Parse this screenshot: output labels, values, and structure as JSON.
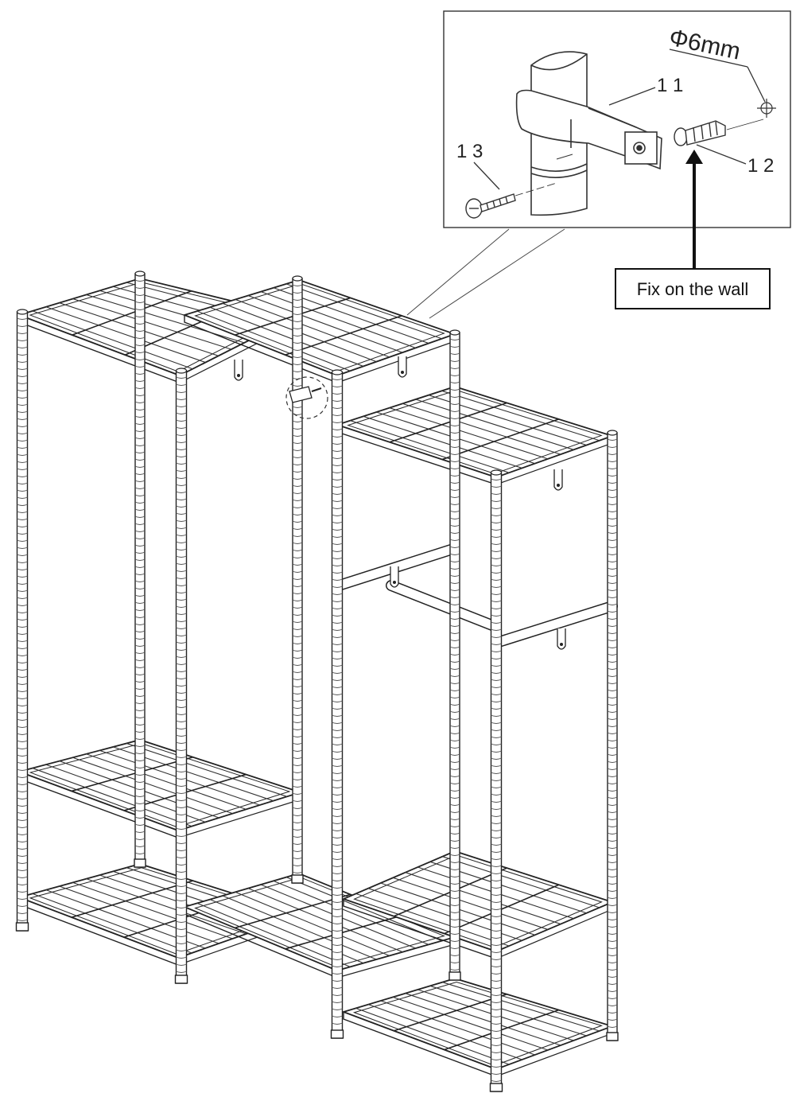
{
  "detail": {
    "hole_spec": "Φ6mm",
    "part_labels": {
      "bracket": "1 1",
      "anchor": "1 2",
      "screw": "1 3"
    }
  },
  "callout": {
    "text": "Fix on the wall"
  }
}
